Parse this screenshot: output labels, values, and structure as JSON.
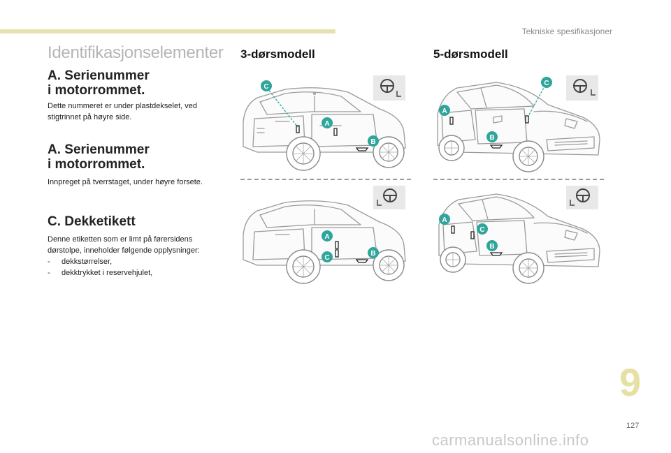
{
  "header": {
    "section": "Tekniske spesifikasjoner"
  },
  "title": "Identifikasjonselementer",
  "sections": [
    {
      "heading_line1": "A. Serienummer",
      "heading_line2": "i motorrommet.",
      "text": "Dette nummeret er under plastdekselet, ved stigtrinnet på høyre side."
    },
    {
      "heading_line1": "A. Serienummer",
      "heading_line2": "i motorrommet.",
      "text": "Innpreget på tverrstaget, under høyre forsete."
    },
    {
      "heading": "C. Dekketikett",
      "text": "Denne etiketten som er limt på førersidens dørstolpe, inneholder følgende opplysninger:",
      "bullets": [
        "dekkstørrelser,",
        "dekktrykket i reservehjulet,"
      ]
    }
  ],
  "columns": {
    "three_door": "3-dørsmodell",
    "five_door": "5-dørsmodell"
  },
  "markers": {
    "a": "A",
    "b": "B",
    "c": "C"
  },
  "colors": {
    "accent": "#e6e2b0",
    "marker": "#2fa59b",
    "chapter": "#e6e0a2"
  },
  "chapter_number": "9",
  "page_number": "127",
  "watermark": "carmanualsonline.info",
  "icons": [
    "steering-wheel-icon",
    "seat-icon"
  ]
}
